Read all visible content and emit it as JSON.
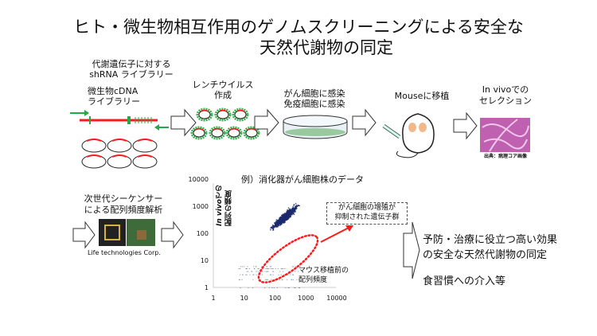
{
  "title": {
    "line1": "ヒト・微生物相互作用のゲノムスクリーニングによる安全な",
    "line2": "天然代謝物の同定"
  },
  "steps": {
    "shrna": {
      "line1": "代謝遺伝子に対する",
      "line2": "shRNA ライブラリー"
    },
    "cdna": {
      "line1": "微生物cDNA",
      "line2": "ライブラリー"
    },
    "lentivirus": {
      "line1": "レンチウイルス",
      "line2": "作成"
    },
    "infection": {
      "line1": "がん細胞に感染",
      "line2": "免疫細胞に感染"
    },
    "mouse": {
      "line1": "Mouseに移植"
    },
    "invivo": {
      "line1": "In vivoでの",
      "line2": "セレクション",
      "caption": "出典：病理コア画像"
    },
    "sequencer": {
      "line1": "次世代シーケンサー",
      "line2": "による配列頻度解析",
      "credit": "Life technologies Corp."
    }
  },
  "chart_data": {
    "type": "scatter",
    "title": "例）消化器がん細胞株のデータ",
    "xlabel": "マウス移植前の配列頻度",
    "ylabel": "In vivoでの配列の頻度",
    "xscale": "log",
    "yscale": "log",
    "xlim": [
      1,
      10000
    ],
    "ylim": [
      1,
      10000
    ],
    "xticks": [
      "1",
      "10",
      "100",
      "1000",
      "10000"
    ],
    "yticks": [
      "1",
      "10",
      "100",
      "1000",
      "10000"
    ],
    "annotation": {
      "line1": "がん細胞の増殖が",
      "line2": "抑制された遺伝子群"
    },
    "ylabel_parts": {
      "italic": "In vivo",
      "rest1": "での",
      "line2": "配列の頻度"
    },
    "xlabel_parts": {
      "line1": "マウス移植前の",
      "line2": "配列頻度"
    },
    "point_color": "#1a2a6c",
    "cloud_center_log": [
      2.3,
      2.6
    ]
  },
  "conclusion": {
    "line1": "予防・治療に役立つ高い効果",
    "line2": "の安全な天然代謝物の同定",
    "line3": "食習慣への介入等"
  },
  "colors": {
    "red": "#ff1a1a",
    "green": "#22aa44",
    "navy": "#1a2a6c"
  }
}
